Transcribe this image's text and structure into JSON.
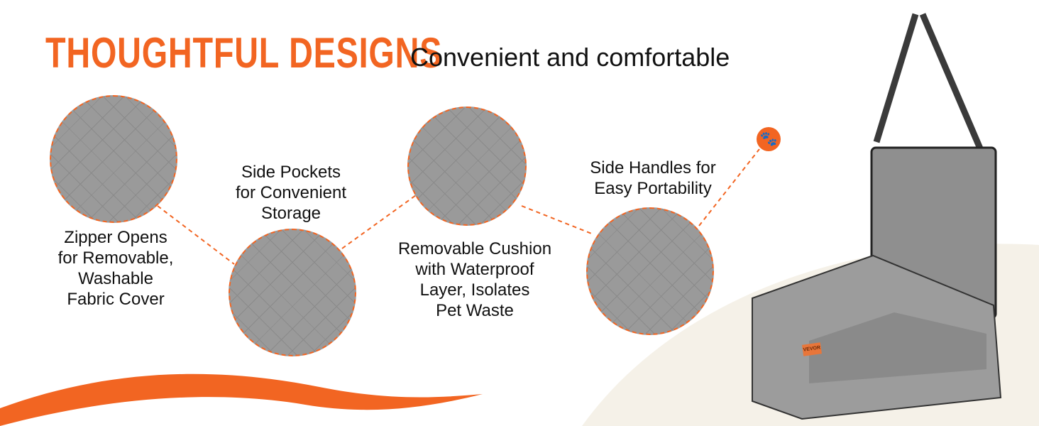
{
  "header": {
    "title": "THOUGHTFUL DESIGNS",
    "subtitle": "Convenient and comfortable"
  },
  "features": [
    {
      "label": "Zipper Opens\nfor Removable,\nWashable\nFabric Cover"
    },
    {
      "label": "Side Pockets\nfor Convenient\nStorage"
    },
    {
      "label": "Removable Cushion\nwith Waterproof\nLayer, Isolates\nPet Waste"
    },
    {
      "label": "Side Handles for\nEasy Portability"
    }
  ],
  "brand": {
    "logo_text": "VEVOR"
  },
  "colors": {
    "accent": "#f26522",
    "fabric": "#9a9a9a",
    "beige": "#f5f1e8"
  }
}
